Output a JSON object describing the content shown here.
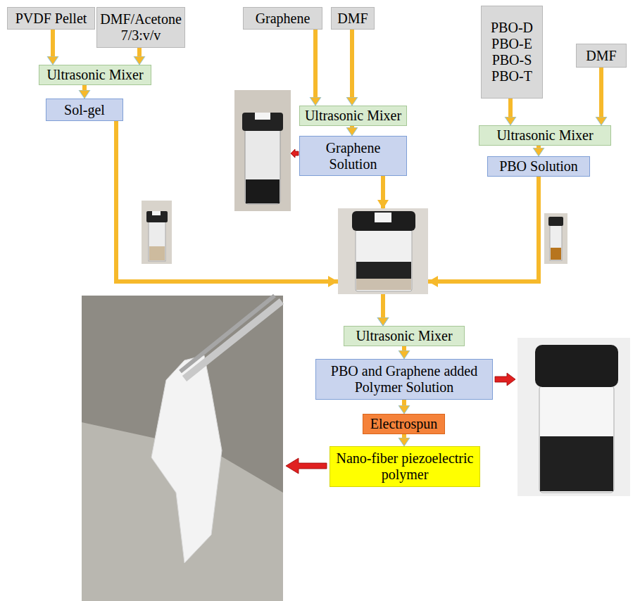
{
  "diagram": {
    "nodes": [
      {
        "text": [
          "PVDF Pellet"
        ]
      },
      {
        "text": [
          "DMF/Acetone 7/3:v/v"
        ]
      },
      {
        "text": [
          "Graphene"
        ]
      },
      {
        "text": [
          "DMF"
        ]
      },
      {
        "text": [
          "PBO-D",
          "PBO-E",
          "PBO-S",
          "PBO-T"
        ]
      },
      {
        "text": [
          "DMF"
        ]
      },
      {
        "text": [
          "Ultrasonic Mixer"
        ]
      },
      {
        "text": [
          "Sol-gel"
        ]
      },
      {
        "text": [
          "Ultrasonic Mixer"
        ]
      },
      {
        "text": [
          "Ultrasonic Mixer"
        ]
      },
      {
        "text": [
          "Graphene Solution"
        ]
      },
      {
        "text": [
          "PBO Solution"
        ]
      },
      {
        "text": [
          "Ultrasonic Mixer"
        ]
      },
      {
        "text": [
          "PBO and Graphene added Polymer Solution"
        ]
      },
      {
        "text": [
          "Electrospun"
        ]
      },
      {
        "text": [
          "Nano-fiber piezoelectric polymer"
        ]
      }
    ],
    "edges": [
      {
        "from": 0,
        "to": 6,
        "arrow": "to"
      },
      {
        "from": 1,
        "to": 6,
        "arrow": "to"
      },
      {
        "from": 6,
        "to": 7,
        "arrow": "to"
      },
      {
        "from": 2,
        "to": 8,
        "arrow": "to"
      },
      {
        "from": 3,
        "to": 8,
        "arrow": "to"
      },
      {
        "from": 8,
        "to": 10,
        "arrow": "to"
      },
      {
        "from": 4,
        "to": 9,
        "arrow": "to"
      },
      {
        "from": 5,
        "to": 9,
        "arrow": "to"
      },
      {
        "from": 9,
        "to": 11,
        "arrow": "to"
      },
      {
        "from": 7,
        "to": 12,
        "arrow": "to"
      },
      {
        "from": 10,
        "to": 12,
        "arrow": "to"
      },
      {
        "from": 11,
        "to": 12,
        "arrow": "to"
      },
      {
        "from": 12,
        "to": 13,
        "arrow": "to"
      },
      {
        "from": 13,
        "to": 14,
        "arrow": "to"
      },
      {
        "from": 14,
        "to": 15,
        "arrow": "to"
      }
    ]
  }
}
